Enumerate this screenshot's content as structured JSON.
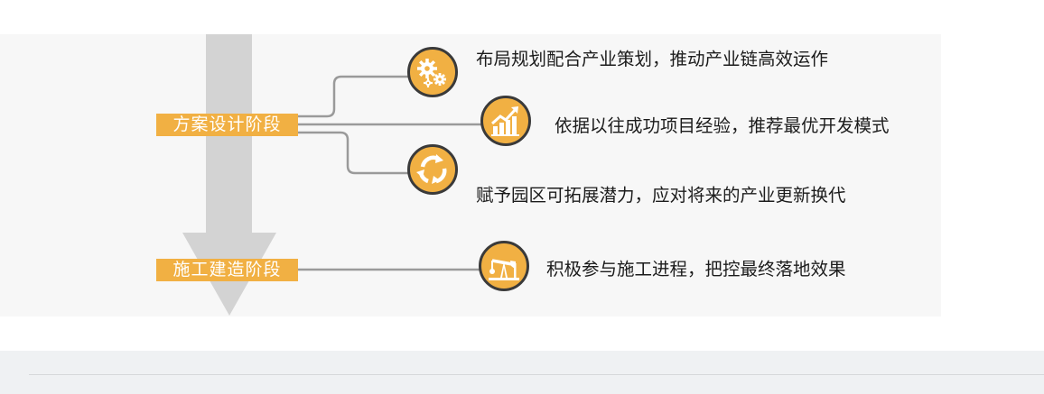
{
  "stages": [
    {
      "label": "方案设计阶段"
    },
    {
      "label": "施工建造阶段"
    }
  ],
  "items": [
    {
      "text": "布局规划配合产业策划，推动产业链高效运作",
      "icon": "gears-icon"
    },
    {
      "text": "依据以往成功项目经验，推荐最优开发模式",
      "icon": "growth-chart-icon"
    },
    {
      "text": "赋予园区可拓展潜力，应对将来的产业更新换代",
      "icon": "recycle-arrows-icon"
    },
    {
      "text": "积极参与施工进程，把控最终落地效果",
      "icon": "oil-pump-icon"
    }
  ],
  "colors": {
    "accent": "#f1b043",
    "arrow": "#d3d3d3",
    "connector": "#9a9a9a",
    "badge_border": "#3a3a3a",
    "panel": "#f7f7f7",
    "text": "#1c1c1c"
  }
}
